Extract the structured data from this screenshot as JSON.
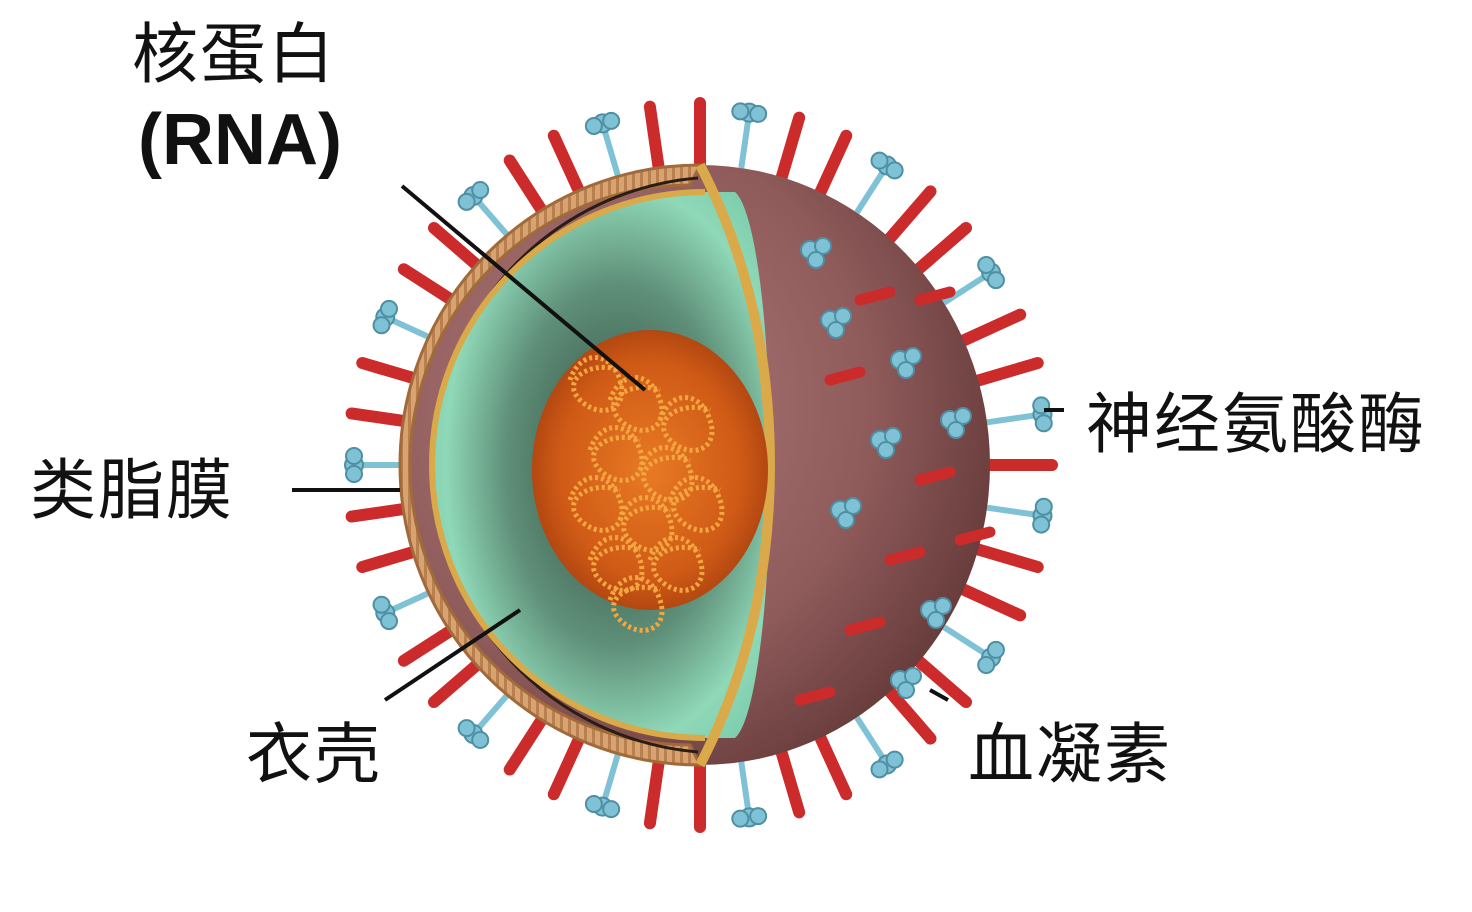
{
  "labels": {
    "nucleoprotein": "核蛋白",
    "rna": "(RNA)",
    "lipid_membrane": "类脂膜",
    "capsid": "衣壳",
    "neuraminidase": "神经氨酸酶",
    "hemagglutinin": "血凝素"
  },
  "colors": {
    "background": "#ffffff",
    "envelope_surface": "#8e5a5a",
    "lipid_bilayer": "#d8a271",
    "capsid_layer": "#7fcfae",
    "rna_core": "#d25a16",
    "rna_strands": "#f4a641",
    "hemagglutinin_spike": "#cc2b2b",
    "neuraminidase_spike": "#7fc2d6",
    "leader_line": "#111111"
  }
}
